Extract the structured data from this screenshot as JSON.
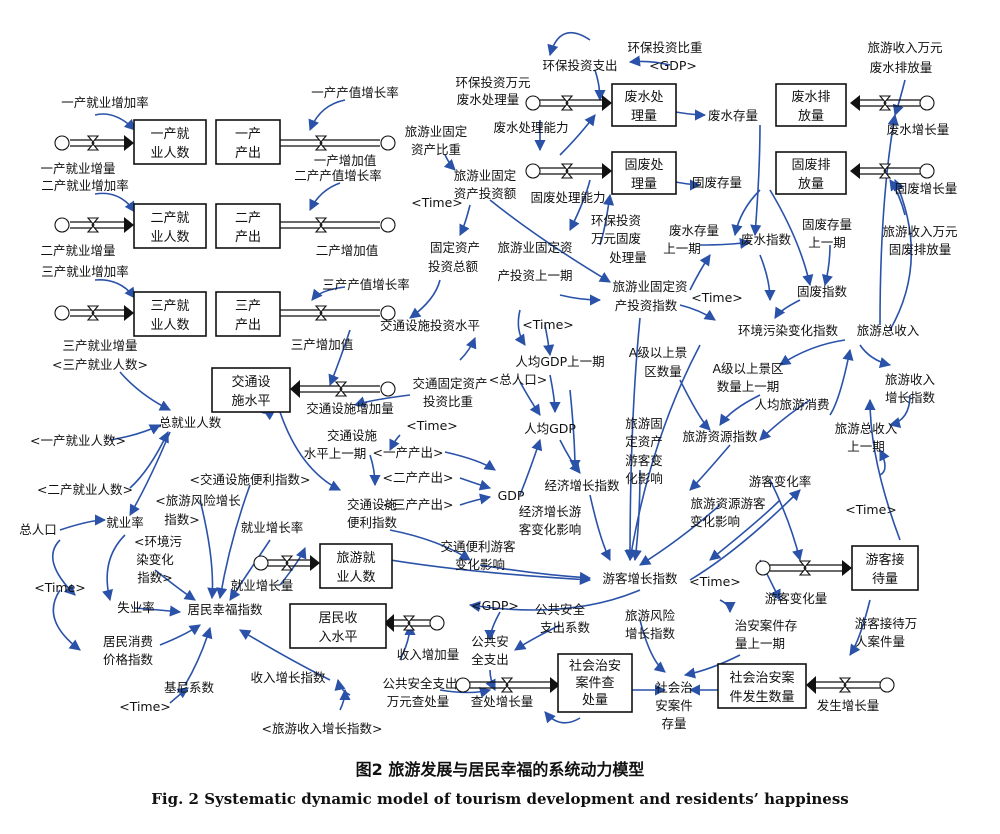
{
  "caption": {
    "cn": "图2   旅游发展与居民幸福的系统动力模型",
    "en": "Fig. 2   Systematic dynamic model of tourism development and residents’ happiness"
  },
  "stocks": {
    "s1": [
      "一产就",
      "业人数"
    ],
    "s2": [
      "一产",
      "产出"
    ],
    "s3": [
      "二产就",
      "业人数"
    ],
    "s4": [
      "二产",
      "产出"
    ],
    "s5": [
      "三产就",
      "业人数"
    ],
    "s6": [
      "三产",
      "产出"
    ],
    "s7": [
      "交通设",
      "施水平"
    ],
    "s8": [
      "废水处",
      "理量"
    ],
    "s9": [
      "废水排",
      "放量"
    ],
    "s10": [
      "固废处",
      "理量"
    ],
    "s11": [
      "固废排",
      "放量"
    ],
    "s12": [
      "旅游就",
      "业人数"
    ],
    "s13": [
      "居民收",
      "入水平"
    ],
    "s14": [
      "社会治安",
      "案件查",
      "处量"
    ],
    "s15": [
      "社会治安案",
      "件发生数量"
    ],
    "s16": [
      "游客接",
      "待量"
    ]
  },
  "labels": {
    "l1": "一产就业增加率",
    "l2": "一产产值增长率",
    "l3": "一产就业增量",
    "l4": "一产增加值",
    "l5": "二产就业增加率",
    "l6": "二产产值增长率",
    "l7": "二产就业增量",
    "l8": "二产增加值",
    "l9": "三产就业增加率",
    "l10": "三产产值增长率",
    "l11": "三产就业增量",
    "l12": "三产增加值",
    "l13": "<三产就业人数>",
    "l14": "总就业人数",
    "l15": "<一产就业人数>",
    "l16": "<二产就业人数>",
    "l17": "就业率",
    "l18": "总人口",
    "l19": "<Time>",
    "l20": "失业率",
    "l21": "居民消费",
    "l22": "价格指数",
    "l23": "基尼系数",
    "l24": "<Time>",
    "l25": "居民幸福指数",
    "l26": "<交通设施便利指数>",
    "l27": "<旅游风险增长",
    "l28": "指数>",
    "l29": "<环境污",
    "l30": "染变化",
    "l31": "指数>",
    "l32": "就业增长率",
    "l33": "就业增长量",
    "l34": "收入增加量",
    "l35": "收入增长指数",
    "l36": "<旅游收入增长指数>",
    "l37": "交通设施投资水平",
    "l38": "交通设施增加量",
    "l39": "交通固定资产",
    "l40": "投资比重",
    "l41": "<Time>",
    "l42": "交通设施",
    "l43": "水平上一期",
    "l44": "交通设施",
    "l45": "便利指数",
    "l46": "交通便利游客",
    "l47": "变化影响",
    "l48": "旅游业固定",
    "l49": "资产比重",
    "l50": "旅游业固定",
    "l51": "资产投资额",
    "l52": "<Time>",
    "l53": "固定资产",
    "l54": "投资总额",
    "l55": "旅游业固定资",
    "l56": "产投资上一期",
    "l57": "旅游业固定资",
    "l58": "产投资指数",
    "l59": "<Time>",
    "l60": "人均GDP上一期",
    "l61": "<总人口>",
    "l62": "人均GDP",
    "l63": "<一产产出>",
    "l64": "<二产产出>",
    "l65": "<三产产出>",
    "l66": "GDP",
    "l67": "经济增长指数",
    "l68": "经济增长游",
    "l69": "客变化影响",
    "l70": "环保投资比重",
    "l71": "<GDP>",
    "l72": "环保投资支出",
    "l73": "环保投资万元",
    "l74": "废水处理量",
    "l75": "废水处理能力",
    "l76": "固废处理能力",
    "l77": "环保投资",
    "l78": "万元固废",
    "l79": "处理量",
    "l80": "废水存量",
    "l81": "固废存量",
    "l82": "废水存量",
    "l83": "上一期",
    "l84": "废水指数",
    "l85": "固废存量",
    "l86": "上一期",
    "l87": "固废指数",
    "l88": "<Time>",
    "l89": "环境污染变化指数",
    "l90": "旅游收入万元",
    "l91": "废水排放量",
    "l92": "废水增长量",
    "l93": "固废增长量",
    "l94": "旅游收入万元",
    "l95": "固废排放量",
    "l96": "旅游总收入",
    "l97": "A级以上景",
    "l98": "区数量",
    "l99": "A级以上景区",
    "l100": "数量上一期",
    "l101": "人均旅游消费",
    "l102": "旅游收入",
    "l103": "增长指数",
    "l104": "旅游总收入",
    "l105": "上一期",
    "l106": "<Time>",
    "l107": "旅游资源指数",
    "l108": "旅游固",
    "l109": "定资产",
    "l110": "游客变",
    "l111": "化影响",
    "l112": "游客变化率",
    "l113": "旅游资源游客",
    "l114": "变化影响",
    "l115": "游客增长指数",
    "l116": "<Time>",
    "l117": "游客变化量",
    "l118": "游客接待万",
    "l119": "人案件量",
    "l120": "<GDP>",
    "l121": "公共安全",
    "l122": "支出系数",
    "l123": "公共安",
    "l124": "全支出",
    "l125": "旅游风险",
    "l126": "增长指数",
    "l127": "治安案件存",
    "l128": "量上一期",
    "l129": "社会治",
    "l130": "安案件",
    "l131": "存量",
    "l132": "公共安全支出",
    "l133": "万元查处量",
    "l134": "查处增长量",
    "l135": "发生增长量"
  }
}
